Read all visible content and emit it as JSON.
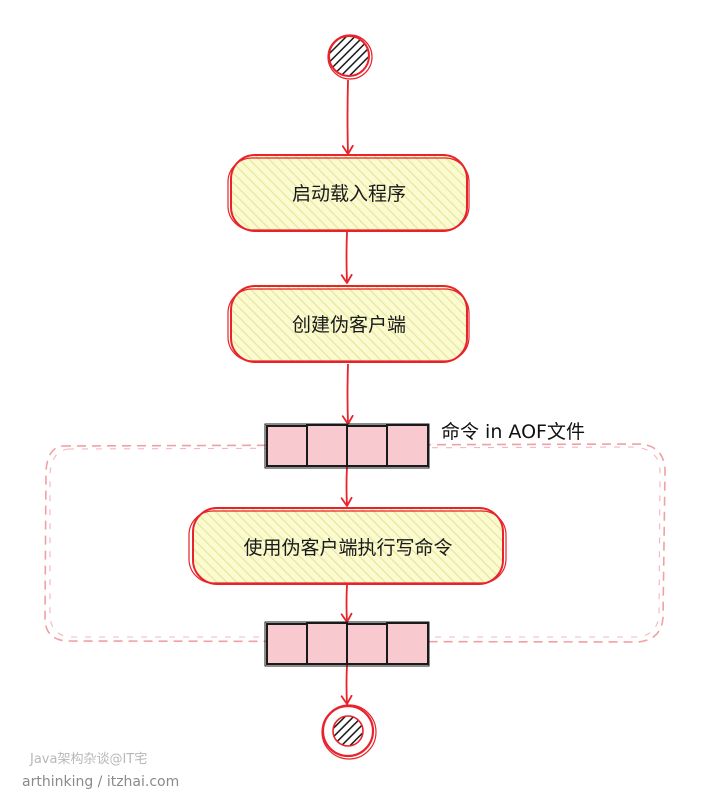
{
  "diagram": {
    "nodes": [
      {
        "id": "start-loader",
        "label": "启动载入程序"
      },
      {
        "id": "create-fake-client",
        "label": "创建伪客户端"
      },
      {
        "id": "execute-commands",
        "label": "使用伪客户端执行写命令"
      }
    ],
    "queue_label": "命令 in AOF文件",
    "edges": [
      {
        "from": "start",
        "to": "start-loader"
      },
      {
        "from": "start-loader",
        "to": "create-fake-client"
      },
      {
        "from": "create-fake-client",
        "to": "queue-top"
      },
      {
        "from": "queue-top",
        "to": "execute-commands"
      },
      {
        "from": "execute-commands",
        "to": "queue-bottom"
      },
      {
        "from": "queue-bottom",
        "to": "end"
      }
    ]
  },
  "watermark": {
    "line1": "Java架构杂谈@IT宅",
    "line2": "arthinking / itzhai.com"
  },
  "colors": {
    "stroke": "#e8232b",
    "node_fill": "#fbfad0",
    "hatch": "#e9ea9a",
    "queue_fill": "#f8c9ce",
    "loop_dash": "#f0a0a4"
  }
}
